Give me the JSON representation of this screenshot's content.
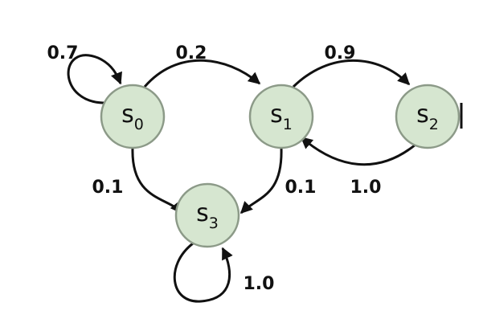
{
  "diagram": {
    "colors": {
      "node_fill": "#d6e6d0",
      "node_stroke": "#8c9a88",
      "edge": "#111111",
      "text": "#111111"
    },
    "nodes": [
      {
        "id": "s0",
        "base": "s",
        "sub": "0"
      },
      {
        "id": "s1",
        "base": "s",
        "sub": "1"
      },
      {
        "id": "s2",
        "base": "s",
        "sub": "2"
      },
      {
        "id": "s3",
        "base": "s",
        "sub": "3"
      }
    ],
    "edges": [
      {
        "from": "s0",
        "to": "s0",
        "weight": "0.7"
      },
      {
        "from": "s0",
        "to": "s1",
        "weight": "0.2"
      },
      {
        "from": "s1",
        "to": "s2",
        "weight": "0.9"
      },
      {
        "from": "s2",
        "to": "s1",
        "weight": "1.0"
      },
      {
        "from": "s0",
        "to": "s3",
        "weight": "0.1"
      },
      {
        "from": "s1",
        "to": "s3",
        "weight": "0.1"
      },
      {
        "from": "s3",
        "to": "s3",
        "weight": "1.0"
      }
    ]
  }
}
